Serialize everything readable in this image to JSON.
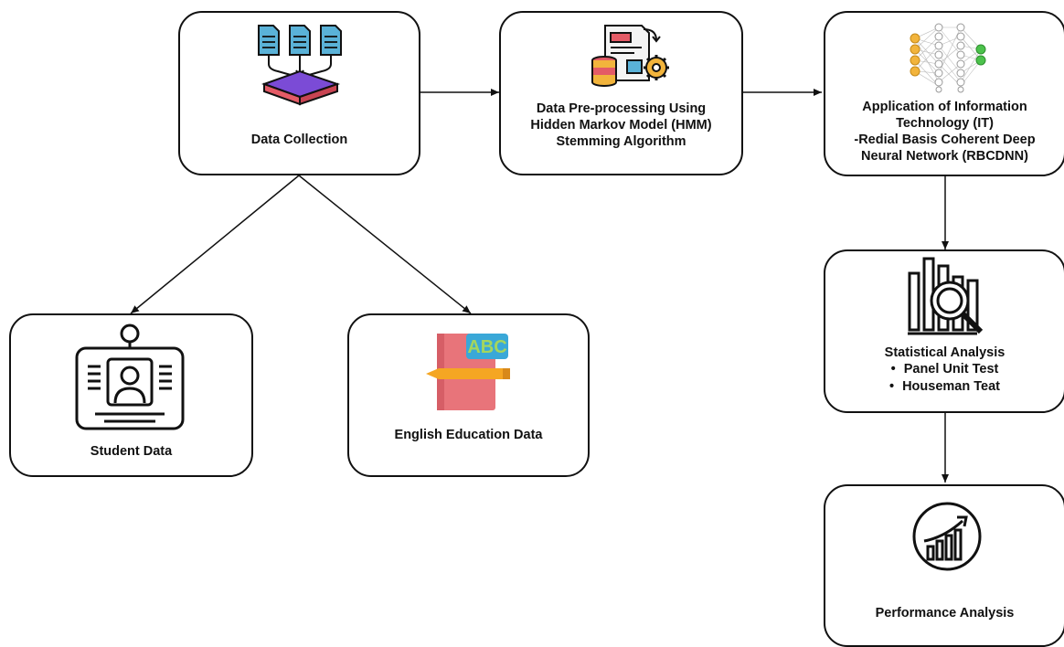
{
  "nodes": {
    "data_collection": {
      "label": "Data Collection",
      "icon": "documents-to-database-icon"
    },
    "preprocessing": {
      "lines": [
        "Data Pre-processing Using",
        "Hidden Markov Model (HMM)",
        "Stemming Algorithm"
      ],
      "icon": "document-database-gear-icon"
    },
    "it_application": {
      "lines": [
        "Application of Information",
        "Technology (IT)",
        "-Redial Basis Coherent Deep",
        "Neural Network (RBCDNN)"
      ],
      "icon": "neural-network-icon"
    },
    "student_data": {
      "label": "Student Data",
      "icon": "id-badge-icon"
    },
    "english_data": {
      "label": "English Education Data",
      "icon": "abc-book-icon",
      "icon_text": "ABC"
    },
    "statistical": {
      "label": "Statistical Analysis",
      "items": [
        "Panel Unit Test",
        "Houseman Teat"
      ],
      "icon": "chart-magnifier-icon"
    },
    "performance": {
      "label": "Performance Analysis",
      "icon": "growth-chart-icon"
    }
  },
  "colors": {
    "border": "#111111",
    "doc_blue": "#5ab2d8",
    "db_purple": "#7b4bd6",
    "db_red": "#e45b66",
    "node_orange": "#f2b43c",
    "node_green": "#4cc24c",
    "book_red": "#e8747a",
    "pencil_orange": "#f5a623",
    "abc_blue": "#3aa8d8",
    "abc_green": "#a4d65e"
  }
}
